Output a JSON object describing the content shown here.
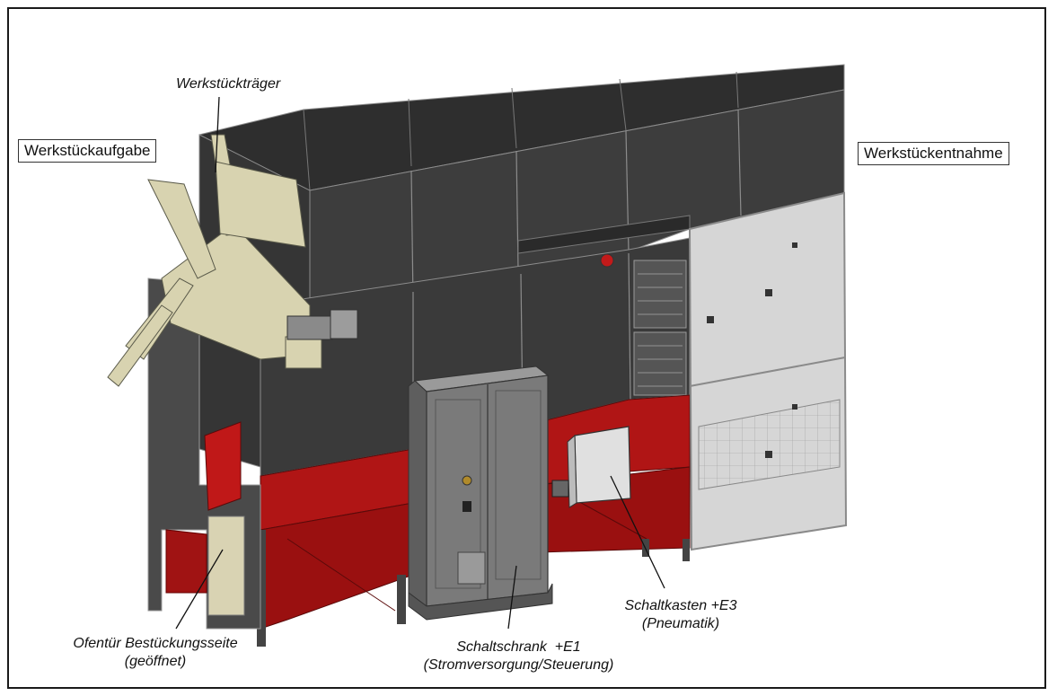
{
  "labels": {
    "infeed": "Werkstückaufgabe",
    "carrier": "Werkstückträger",
    "outfeed": "Werkstückentnahme",
    "door_line1": "Ofentür Bestückungsseite",
    "door_line2": "(geöffnet)",
    "cabinet_line1": "Schaltschrank  +E1",
    "cabinet_line2": "(Stromversorgung/Steuerung)",
    "box_line1": "Schaltkasten +E3",
    "box_line2": "(Pneumatik)"
  },
  "colors": {
    "housing": "#3d3d3d",
    "housing_dark": "#2a2a2a",
    "frame": "#8c8c8c",
    "red_base": "#b01515",
    "red_dark": "#7a0e0e",
    "cabinet": "#7a7a7a",
    "carrier": "#d8d3b0",
    "glass": "#c8c8c8"
  }
}
